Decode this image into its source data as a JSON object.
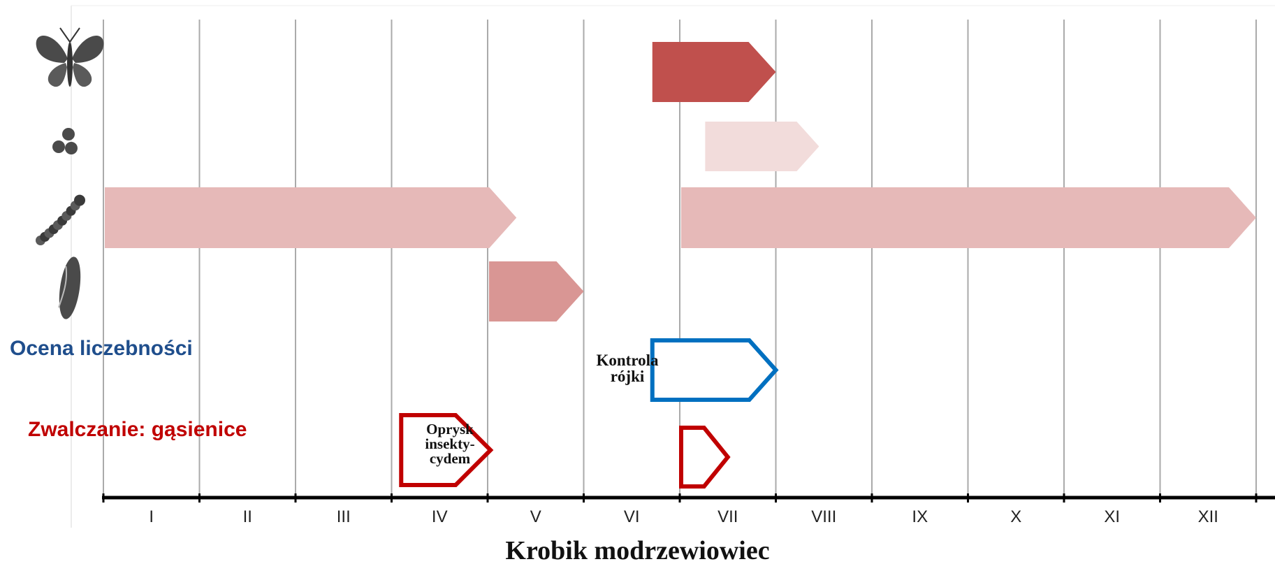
{
  "title": "Krobik modrzewiowiec",
  "row_labels": {
    "ocena": "Ocena liczebności",
    "zwalczanie": "Zwalczanie: gąsienice"
  },
  "stage_icons": [
    "butterfly-icon",
    "eggs-icon",
    "caterpillar-icon",
    "pupa-icon"
  ],
  "months": [
    "I",
    "II",
    "III",
    "IV",
    "V",
    "VI",
    "VII",
    "VIII",
    "IX",
    "X",
    "XI",
    "XII"
  ],
  "stage_bars": [
    {
      "stage": "butterfly-icon",
      "start_month": 5.7,
      "end_month": 7.0,
      "color": "#c0504d"
    },
    {
      "stage": "eggs-icon",
      "start_month": 6.25,
      "end_month": 7.45,
      "color": "#f2dcdb"
    },
    {
      "stage": "caterpillar-icon",
      "start_month": 0.0,
      "end_month": 4.3,
      "color": "#e6b9b8"
    },
    {
      "stage": "caterpillar-icon",
      "start_month": 6.0,
      "end_month": 12.0,
      "color": "#e6b9b8"
    },
    {
      "stage": "pupa-icon",
      "start_month": 4.0,
      "end_month": 5.0,
      "color": "#d99694"
    }
  ],
  "boxes": {
    "kontrola": {
      "line1": "Kontrola",
      "line2": "rójki",
      "start_month": 5.7,
      "end_month": 7.0,
      "color": "#0070c0"
    },
    "oprysk": {
      "line1": "Oprysk",
      "line2": "insekty-",
      "line3": "cydem",
      "start_month": 3.1,
      "end_month": 4.03,
      "color": "#c00000"
    },
    "zwalczanie_extra": {
      "start_month": 6.0,
      "end_month": 6.5,
      "color": "#c00000"
    }
  },
  "colors": {
    "grid": "#aaaaaa",
    "axis": "#000000",
    "ocena_label": "#1f4e8c",
    "zwalczanie_label": "#c00000"
  }
}
